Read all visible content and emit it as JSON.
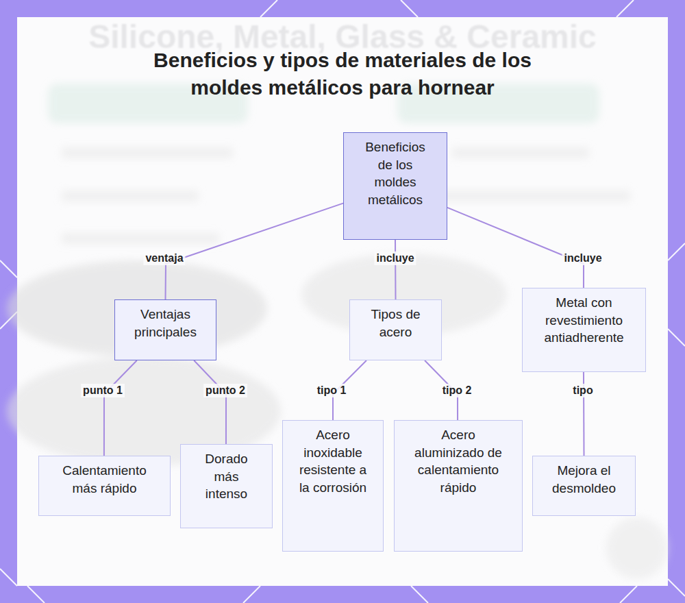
{
  "diagram": {
    "title": "Beneficios y tipos de materiales de los moldes metálicos para hornear",
    "nodes": [
      {
        "text": [
          "Beneficios de los moldes metálicos"
        ]
      },
      {
        "text": [
          "Ventajas principales"
        ]
      },
      {
        "text": [
          "Tipos de acero"
        ]
      },
      {
        "text": [
          "Metal con revestimiento antiadherente"
        ]
      },
      {
        "text": [
          "Calentamiento más rápido"
        ]
      },
      {
        "text": [
          "Dorado más intenso"
        ]
      },
      {
        "text": [
          "Acero inoxidable resistente a la corrosión"
        ]
      },
      {
        "text": [
          "Acero aluminizado de calentamiento rápido"
        ]
      },
      {
        "text": [
          "Mejora el desmoldeo"
        ]
      }
    ],
    "edges": [
      {
        "from": 0,
        "to": 1,
        "label": "ventaja",
        "arrow": "none"
      },
      {
        "from": 0,
        "to": 2,
        "label": "incluye",
        "arrow": "none"
      },
      {
        "from": 0,
        "to": 3,
        "label": "incluye",
        "arrow": "none"
      },
      {
        "from": 1,
        "to": 4,
        "label": "punto 1",
        "arrow": "none"
      },
      {
        "from": 1,
        "to": 5,
        "label": "punto 2",
        "arrow": "none"
      },
      {
        "from": 2,
        "to": 6,
        "label": "tipo 1",
        "arrow": "none"
      },
      {
        "from": 2,
        "to": 7,
        "label": "tipo 2",
        "arrow": "none"
      },
      {
        "from": 3,
        "to": 8,
        "label": "tipo",
        "arrow": "none"
      }
    ],
    "labels": [
      "Silicone, Metal, Glass & Ceramic"
    ]
  }
}
